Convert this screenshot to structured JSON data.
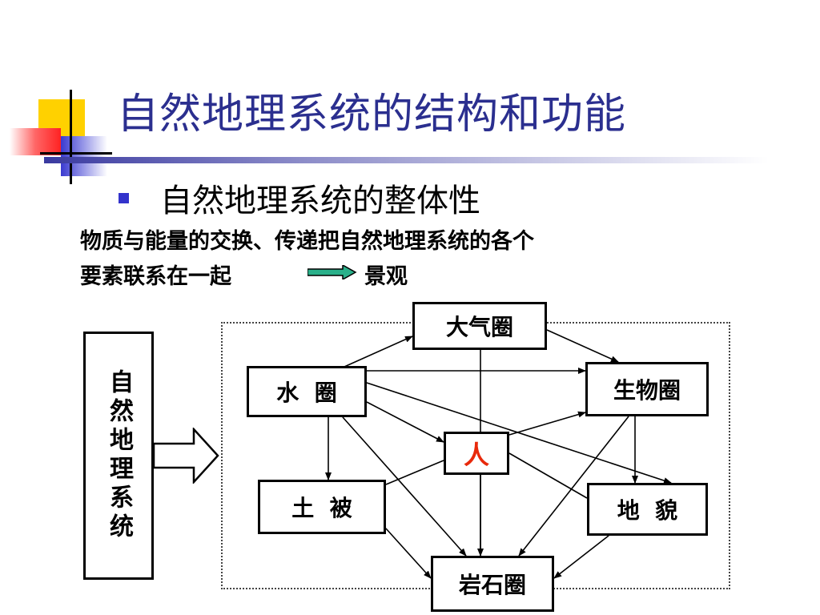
{
  "slide": {
    "title": "自然地理系统的结构和功能",
    "bullet": "自然地理系统的整体性",
    "line1": "物质与能量的交换、传递把自然地理系统的各个",
    "line2": "要素联系在一起",
    "line2_result": "景观",
    "arrow_color": "#2ab08a"
  },
  "diagram": {
    "left_label": "自然地理系统",
    "nodes": {
      "atmosphere": "大气圈",
      "hydrosphere": "水  圈",
      "biosphere": "生物圈",
      "human": "人",
      "soil": "土  被",
      "landform": "地  貌",
      "lithosphere": "岩石圈"
    }
  },
  "colors": {
    "title": "#2b2f8f",
    "human": "#e8290b",
    "bullet": "#3333cc"
  }
}
